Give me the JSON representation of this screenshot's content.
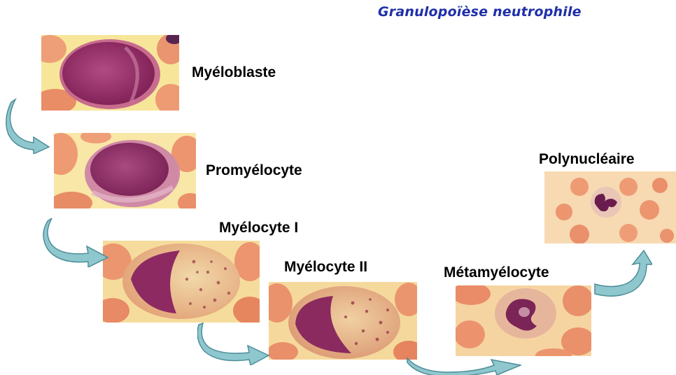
{
  "title": "Granulopoïèse neutrophile",
  "stages": [
    {
      "label": "Myéloblaste",
      "description": "myeloblast micrograph"
    },
    {
      "label": "Promyélocyte",
      "description": "promyelocyte micrograph"
    },
    {
      "label": "Myélocyte I",
      "description": "myelocyte I micrograph"
    },
    {
      "label": "Myélocyte II",
      "description": "myelocyte II micrograph"
    },
    {
      "label": "Métamyélocyte",
      "description": "metamyelocyte micrograph"
    },
    {
      "label": "Polynucléaire",
      "description": "polymorphonuclear neutrophil micrograph"
    }
  ],
  "colors": {
    "title": "#1f2fa8",
    "arrow_fill": "#8fc7cf",
    "arrow_stroke": "#4d8e98",
    "rbc": "#e8906a",
    "nucleus": "#8e2a62"
  }
}
